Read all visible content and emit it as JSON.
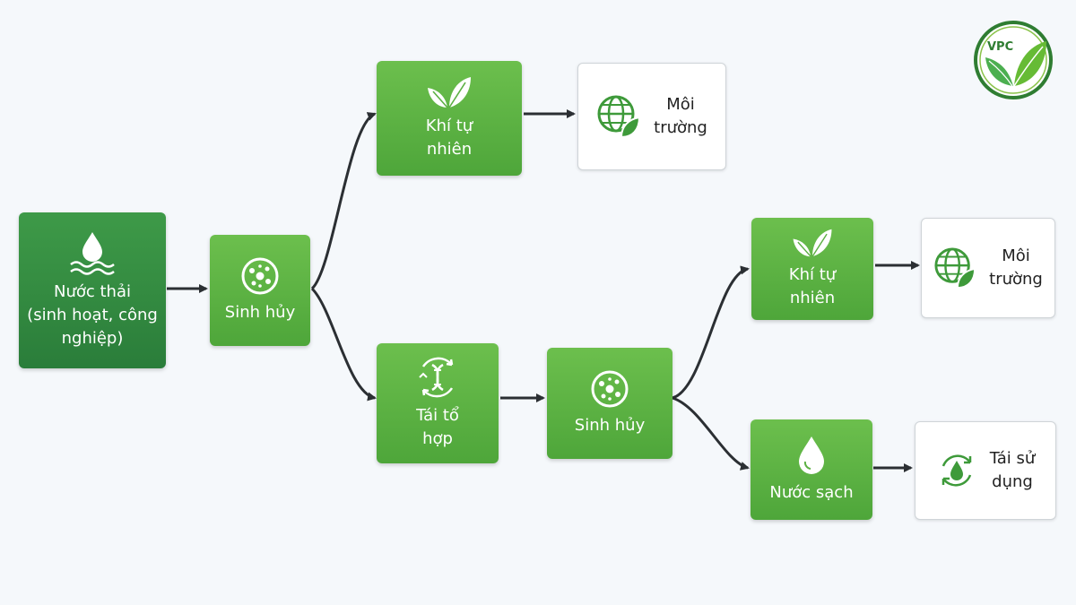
{
  "nodes": {
    "wastewater": {
      "label": "Nước thải\n(sinh hoạt, công\nnghiệp)",
      "icon": "water-waves-icon"
    },
    "decompose1": {
      "label": "Sinh hủy",
      "icon": "microbe-icon"
    },
    "gas1": {
      "label": "Khí tự\nnhiên",
      "icon": "leaf-icon"
    },
    "env1": {
      "label": "Môi\ntrường",
      "icon": "globe-leaf-icon"
    },
    "recombine": {
      "label": "Tái tổ\nhợp",
      "icon": "dna-cycle-icon"
    },
    "decompose2": {
      "label": "Sinh hủy",
      "icon": "microbe-icon"
    },
    "gas2": {
      "label": "Khí tự\nnhiên",
      "icon": "leaf-icon"
    },
    "env2": {
      "label": "Môi\ntrường",
      "icon": "globe-leaf-icon"
    },
    "cleanwater": {
      "label": "Nước sạch",
      "icon": "water-drop-icon"
    },
    "reuse": {
      "label": "Tái sử\ndụng",
      "icon": "recycle-drop-icon"
    }
  },
  "edges": [
    [
      "wastewater",
      "decompose1"
    ],
    [
      "decompose1",
      "gas1"
    ],
    [
      "decompose1",
      "recombine"
    ],
    [
      "gas1",
      "env1"
    ],
    [
      "recombine",
      "decompose2"
    ],
    [
      "decompose2",
      "gas2"
    ],
    [
      "decompose2",
      "cleanwater"
    ],
    [
      "gas2",
      "env2"
    ],
    [
      "cleanwater",
      "reuse"
    ]
  ],
  "logo": {
    "text": "VPC",
    "icon": "vpc-leaf-logo"
  },
  "colors": {
    "node_green": "#5cb043",
    "node_dark_green": "#2f8a40",
    "arrow": "#2b2f33",
    "icon_green": "#3e9a3a",
    "background": "#f5f8fb"
  }
}
